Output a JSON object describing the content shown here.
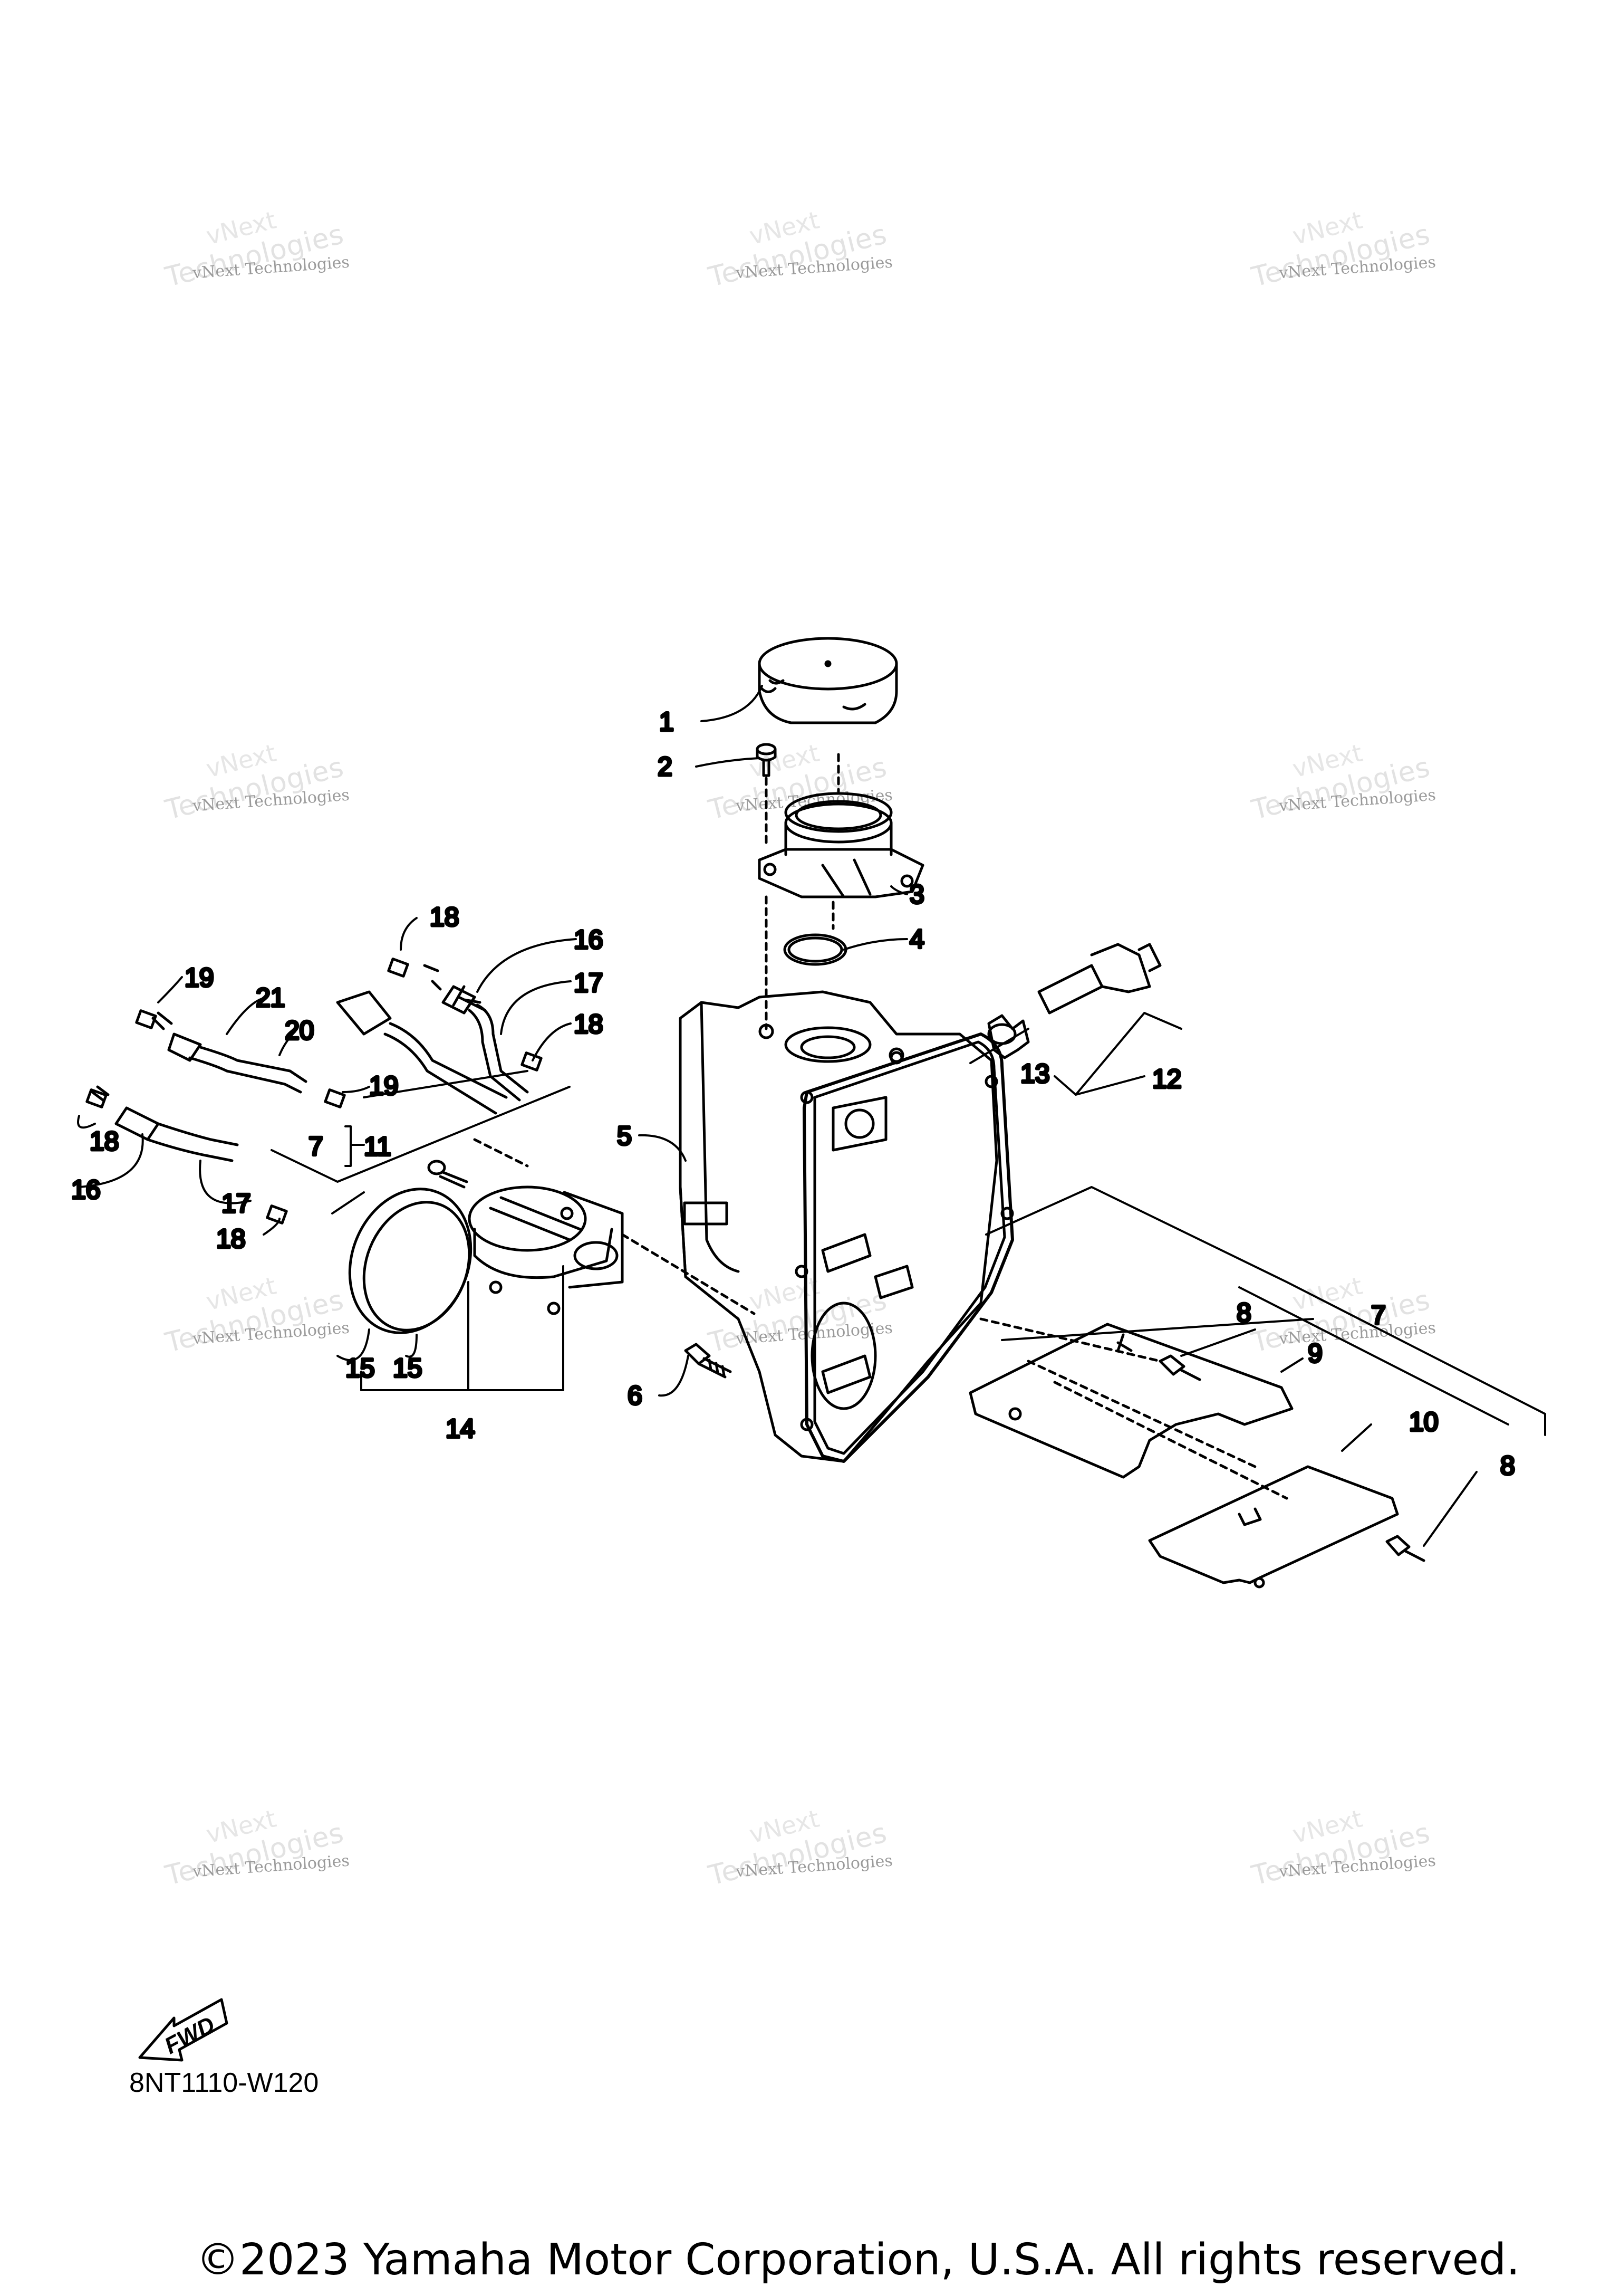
{
  "watermark": {
    "line1": "vNext Technologies",
    "line2": "Technologies",
    "line3": "vNext"
  },
  "callouts": {
    "c1": "1",
    "c2": "2",
    "c3": "3",
    "c4": "4",
    "c5": "5",
    "c6": "6",
    "c7a": "7",
    "c7b": "7",
    "c8a": "8",
    "c8b": "8",
    "c9": "9",
    "c10": "10",
    "c11": "11",
    "c12": "12",
    "c13": "13",
    "c14": "14",
    "c15a": "15",
    "c15b": "15",
    "c16a": "16",
    "c16b": "16",
    "c17a": "17",
    "c17b": "17",
    "c18a": "18",
    "c18b": "18",
    "c18c": "18",
    "c18d": "18",
    "c19a": "19",
    "c19b": "19",
    "c20": "20",
    "c21": "21"
  },
  "fwd_label": "FWD",
  "diagram_code": "8NT1110-W120",
  "copyright": "©2023 Yamaha Motor Corporation, U.S.A. All rights reserved."
}
